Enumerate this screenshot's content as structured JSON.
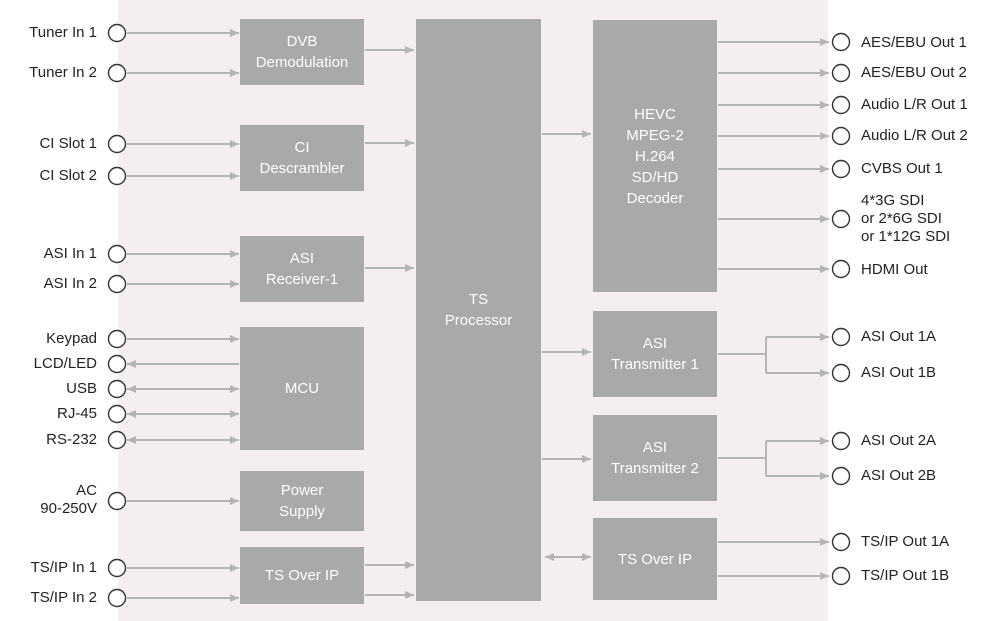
{
  "colors": {
    "block": "#a9a9a9",
    "arrow": "#b4b4b4",
    "chassis": "#f4eef3",
    "block_text": "#ffffff",
    "label_text": "#222222"
  },
  "blocks": {
    "dvb": "DVB\nDemodulation",
    "ci": "CI\nDescrambler",
    "asi_rx": "ASI\nReceiver-1",
    "mcu": "MCU",
    "power": "Power\nSupply",
    "tsoip_in": "TS Over IP",
    "ts_processor": "TS\nProcessor",
    "decoder": "HEVC\nMPEG-2\nH.264\nSD/HD\nDecoder",
    "asi_tx1": "ASI\nTransmitter 1",
    "asi_tx2": "ASI\nTransmitter 2",
    "tsoip_out": "TS Over IP"
  },
  "inputs": {
    "tuner1": "Tuner In 1",
    "tuner2": "Tuner In 2",
    "ci1": "CI Slot  1",
    "ci2": "CI Slot  2",
    "asi1": "ASI In 1",
    "asi2": "ASI In 2",
    "keypad": "Keypad",
    "lcd": "LCD/LED",
    "usb": "USB",
    "rj45": "RJ-45",
    "rs232": "RS-232",
    "ac": "AC\n90-250V",
    "tsip1": "TS/IP In 1",
    "tsip2": "TS/IP In 2"
  },
  "outputs": {
    "aes1": "AES/EBU Out 1",
    "aes2": "AES/EBU Out 2",
    "audio1": "Audio L/R Out 1",
    "audio2": "Audio L/R Out 2",
    "cvbs": "CVBS Out 1",
    "sdi": "4*3G SDI\nor 2*6G SDI\nor 1*12G SDI",
    "hdmi": "HDMI Out",
    "asi1a": "ASI Out 1A",
    "asi1b": "ASI Out 1B",
    "asi2a": "ASI Out 2A",
    "asi2b": "ASI Out 2B",
    "tsip1a": "TS/IP Out 1A",
    "tsip1b": "TS/IP Out 1B"
  }
}
